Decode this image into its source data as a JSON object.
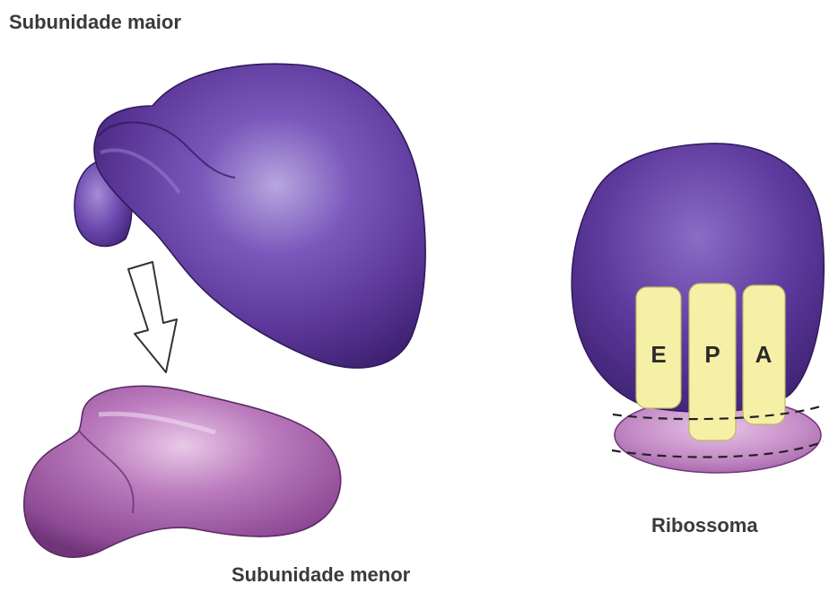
{
  "labels": {
    "large_subunit": "Subunidade maior",
    "small_subunit": "Subunidade menor",
    "ribosome": "Ribossoma"
  },
  "sites": {
    "e": "E",
    "p": "P",
    "a": "A"
  },
  "colors": {
    "large_subunit": "#5b3a9c",
    "small_subunit": "#a35aa8",
    "site_fill": "#f6f0a6",
    "text": "#3a3a3a"
  },
  "icons": {
    "arrow": "down-arrow-icon"
  }
}
